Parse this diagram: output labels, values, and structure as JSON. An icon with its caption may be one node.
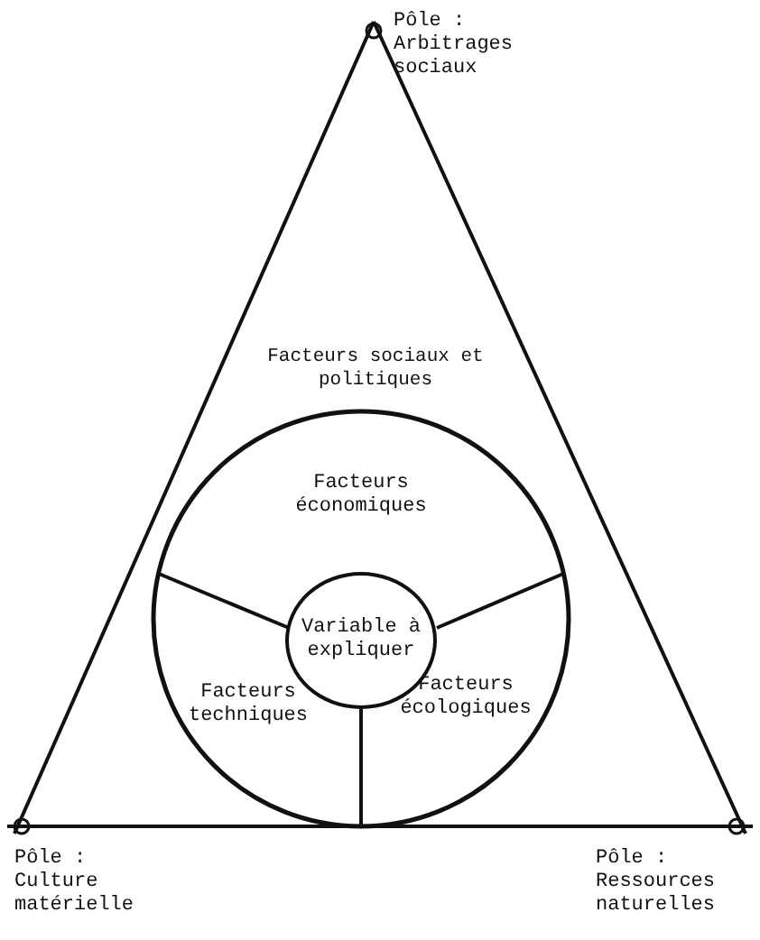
{
  "diagram": {
    "nodes": [
      {
        "text": [
          "Facteurs sociaux et politiques"
        ]
      },
      {
        "text": [
          "Facteurs économiques"
        ],
        "in": 0
      },
      {
        "text": [
          "Facteurs techniques"
        ],
        "in": 0
      },
      {
        "text": [
          "Facteurs écologiques"
        ],
        "in": 0
      },
      {
        "text": [
          "Variable à expliquer"
        ],
        "in": 0
      }
    ],
    "edges": [],
    "labels": [
      "Pôle : Arbitrages sociaux",
      "Pôle : Culture matérielle",
      "Pôle : Ressources naturelles"
    ]
  }
}
